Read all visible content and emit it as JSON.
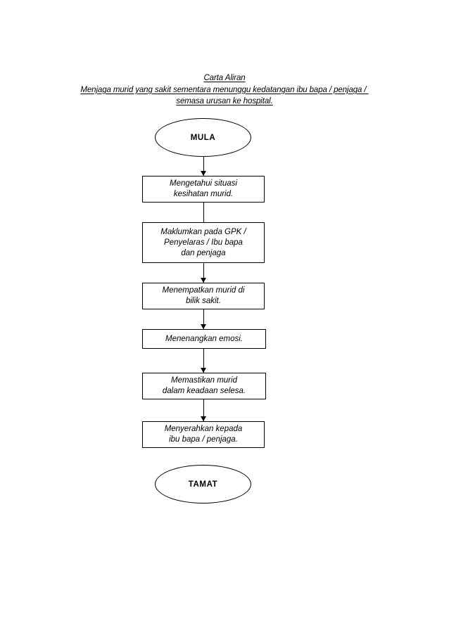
{
  "document": {
    "title_lines": [
      "Carta Aliran",
      "Menjaga murid yang sakit sementara menunggu kedatangan ibu bapa / penjaga / ",
      "semasa urusan ke hospital."
    ]
  },
  "flowchart": {
    "type": "flowchart",
    "orientation": "vertical",
    "nodes": [
      {
        "id": "start",
        "shape": "ellipse",
        "label": "MULA"
      },
      {
        "id": "step1",
        "shape": "rectangle",
        "label": "Mengetahui situasi\nkesihatan murid."
      },
      {
        "id": "step2",
        "shape": "rectangle",
        "label": "Maklumkan pada GPK /\nPenyelaras / Ibu bapa\ndan penjaga"
      },
      {
        "id": "step3",
        "shape": "rectangle",
        "label": "Menempatkan murid di\nbilik sakit."
      },
      {
        "id": "step4",
        "shape": "rectangle",
        "label": "Menenangkan emosi."
      },
      {
        "id": "step5",
        "shape": "rectangle",
        "label": "Memastikan murid\ndalam keadaan selesa."
      },
      {
        "id": "step6",
        "shape": "rectangle",
        "label": "Menyerahkan kepada\nibu bapa / penjaga."
      },
      {
        "id": "end",
        "shape": "ellipse",
        "label": "TAMAT"
      }
    ],
    "edges": [
      {
        "from": "start",
        "to": "step1",
        "arrowhead": true
      },
      {
        "from": "step1",
        "to": "step2",
        "arrowhead": false
      },
      {
        "from": "step2",
        "to": "step3",
        "arrowhead": true
      },
      {
        "from": "step3",
        "to": "step4",
        "arrowhead": false
      },
      {
        "from": "step4",
        "to": "step5",
        "arrowhead": true
      },
      {
        "from": "step5",
        "to": "step6",
        "arrowhead": true
      }
    ],
    "colors": {
      "stroke": "#000000",
      "fill": "#ffffff",
      "text": "#000000"
    }
  }
}
